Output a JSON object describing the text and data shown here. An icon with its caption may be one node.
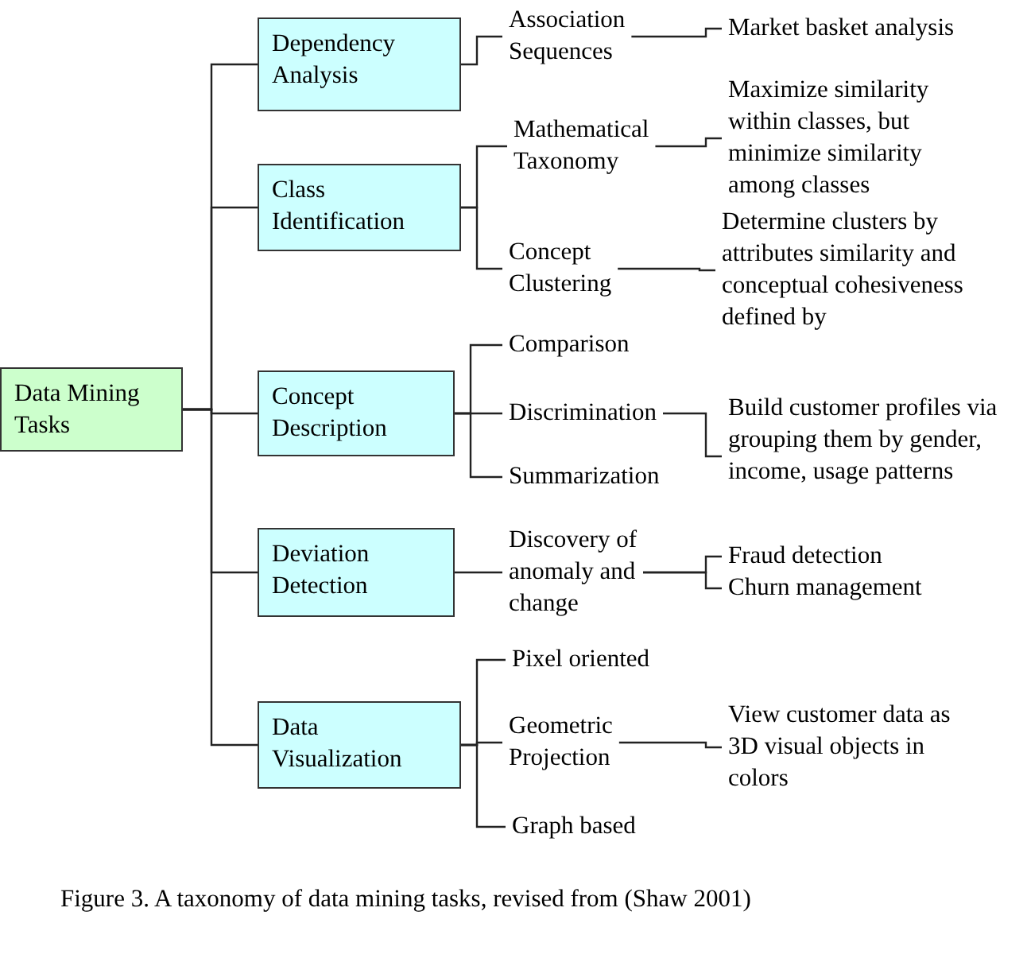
{
  "diagram": {
    "caption": "Figure 3.  A taxonomy of data mining tasks, revised from (Shaw 2001)",
    "nodes": [
      {
        "text": [
          "Data Mining Tasks"
        ]
      },
      {
        "text": [
          "Dependency Analysis"
        ]
      },
      {
        "text": [
          "Class Identification"
        ]
      },
      {
        "text": [
          "Concept Description"
        ]
      },
      {
        "text": [
          "Deviation Detection"
        ]
      },
      {
        "text": [
          "Data Visualization"
        ]
      },
      {
        "text": [
          "Association Sequences"
        ]
      },
      {
        "text": [
          "Market basket analysis"
        ]
      },
      {
        "text": [
          "Mathematical Taxonomy"
        ]
      },
      {
        "text": [
          "Maximize similarity within classes, but minimize similarity among classes"
        ]
      },
      {
        "text": [
          "Concept Clustering"
        ]
      },
      {
        "text": [
          "Determine clusters by attributes similarity and conceptual cohesiveness defined by"
        ]
      },
      {
        "text": [
          "Comparison"
        ]
      },
      {
        "text": [
          "Discrimination"
        ]
      },
      {
        "text": [
          "Summarization"
        ]
      },
      {
        "text": [
          "Build customer profiles via grouping them by gender, income, usage patterns"
        ]
      },
      {
        "text": [
          "Discovery of anomaly and change"
        ]
      },
      {
        "text": [
          "Fraud detection"
        ]
      },
      {
        "text": [
          "Churn management"
        ]
      },
      {
        "text": [
          "Pixel oriented"
        ]
      },
      {
        "text": [
          "Geometric Projection"
        ]
      },
      {
        "text": [
          "Graph based"
        ]
      },
      {
        "text": [
          "View customer data as 3D visual objects in colors"
        ]
      }
    ],
    "edges": [
      {
        "from": 0,
        "to": 1,
        "arrow": "none"
      },
      {
        "from": 0,
        "to": 2,
        "arrow": "none"
      },
      {
        "from": 0,
        "to": 3,
        "arrow": "none"
      },
      {
        "from": 0,
        "to": 4,
        "arrow": "none"
      },
      {
        "from": 0,
        "to": 5,
        "arrow": "none"
      },
      {
        "from": 1,
        "to": 6,
        "arrow": "none"
      },
      {
        "from": 6,
        "to": 7,
        "arrow": "none"
      },
      {
        "from": 2,
        "to": 8,
        "arrow": "none"
      },
      {
        "from": 2,
        "to": 10,
        "arrow": "none"
      },
      {
        "from": 8,
        "to": 9,
        "arrow": "none"
      },
      {
        "from": 10,
        "to": 11,
        "arrow": "none"
      },
      {
        "from": 3,
        "to": 12,
        "arrow": "none"
      },
      {
        "from": 3,
        "to": 13,
        "arrow": "none"
      },
      {
        "from": 3,
        "to": 14,
        "arrow": "none"
      },
      {
        "from": 13,
        "to": 15,
        "arrow": "none"
      },
      {
        "from": 4,
        "to": 16,
        "arrow": "none"
      },
      {
        "from": 16,
        "to": 17,
        "arrow": "none"
      },
      {
        "from": 16,
        "to": 18,
        "arrow": "none"
      },
      {
        "from": 5,
        "to": 19,
        "arrow": "none"
      },
      {
        "from": 5,
        "to": 20,
        "arrow": "none"
      },
      {
        "from": 5,
        "to": 21,
        "arrow": "none"
      },
      {
        "from": 20,
        "to": 22,
        "arrow": "none"
      }
    ]
  }
}
